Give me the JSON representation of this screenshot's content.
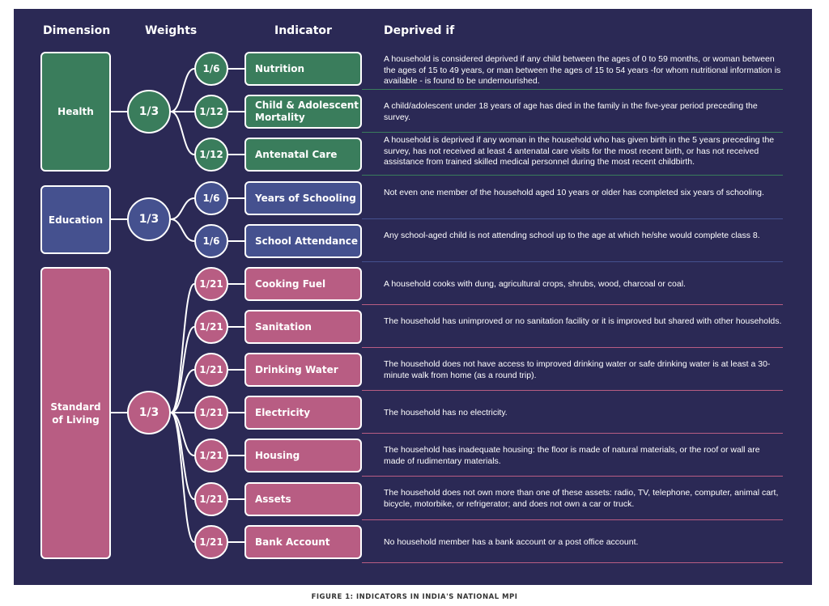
{
  "headers": {
    "dimension": "Dimension",
    "weights": "Weights",
    "indicator": "Indicator",
    "deprived_if": "Deprived if"
  },
  "colors": {
    "background": "#2b2955",
    "health": "#3a7d5c",
    "education": "#45518f",
    "standard_of_living": "#b85d83"
  },
  "dimensions": [
    {
      "name": "Health",
      "weight": "1/3"
    },
    {
      "name": "Education",
      "weight": "1/3"
    },
    {
      "name": "Standard\nof Living",
      "weight": "1/3"
    }
  ],
  "indicators": [
    {
      "name": "Nutrition",
      "weight": "1/6",
      "deprived_if": "A household is considered deprived if any child between the ages of 0 to 59 months, or woman between the ages of 15 to 49 years, or man between the ages of 15 to 54 years -for whom nutritional information is available - is found to be undernourished."
    },
    {
      "name": "Child & Adolescent Mortality",
      "weight": "1/12",
      "deprived_if": "A child/adolescent under 18 years of age has died in the family in the five-year period preceding the survey."
    },
    {
      "name": "Antenatal Care",
      "weight": "1/12",
      "deprived_if": "A household is deprived if any woman in the household who has given birth in the 5 years preceding the survey, has not received at least 4 antenatal care visits for the most recent birth, or has not received assistance from trained skilled medical personnel during the most recent childbirth."
    },
    {
      "name": "Years of Schooling",
      "weight": "1/6",
      "deprived_if": "Not even one member of the household aged 10 years or older has completed six years of schooling."
    },
    {
      "name": "School Attendance",
      "weight": "1/6",
      "deprived_if": "Any school-aged child is not attending school up to the age at which he/she would complete class 8."
    },
    {
      "name": "Cooking Fuel",
      "weight": "1/21",
      "deprived_if": "A household cooks with dung, agricultural crops, shrubs, wood, charcoal or coal."
    },
    {
      "name": "Sanitation",
      "weight": "1/21",
      "deprived_if": "The household has unimproved or no sanitation facility or it is improved but shared with other households."
    },
    {
      "name": "Drinking Water",
      "weight": "1/21",
      "deprived_if": "The household does not have access to improved drinking water or safe drinking water is at least a 30-minute walk from home (as a round trip)."
    },
    {
      "name": "Electricity",
      "weight": "1/21",
      "deprived_if": "The household has no electricity."
    },
    {
      "name": "Housing",
      "weight": "1/21",
      "deprived_if": "The household has inadequate housing: the floor is made of natural materials, or the roof or wall are made of rudimentary materials."
    },
    {
      "name": "Assets",
      "weight": "1/21",
      "deprived_if": "The household does not own more than one of these assets: radio, TV, telephone, computer, animal cart, bicycle, motorbike, or refrigerator; and does not own a car or truck."
    },
    {
      "name": "Bank Account",
      "weight": "1/21",
      "deprived_if": "No household member has a bank account or a post office account."
    }
  ],
  "caption": "FIGURE 1: INDICATORS IN INDIA'S NATIONAL MPI"
}
